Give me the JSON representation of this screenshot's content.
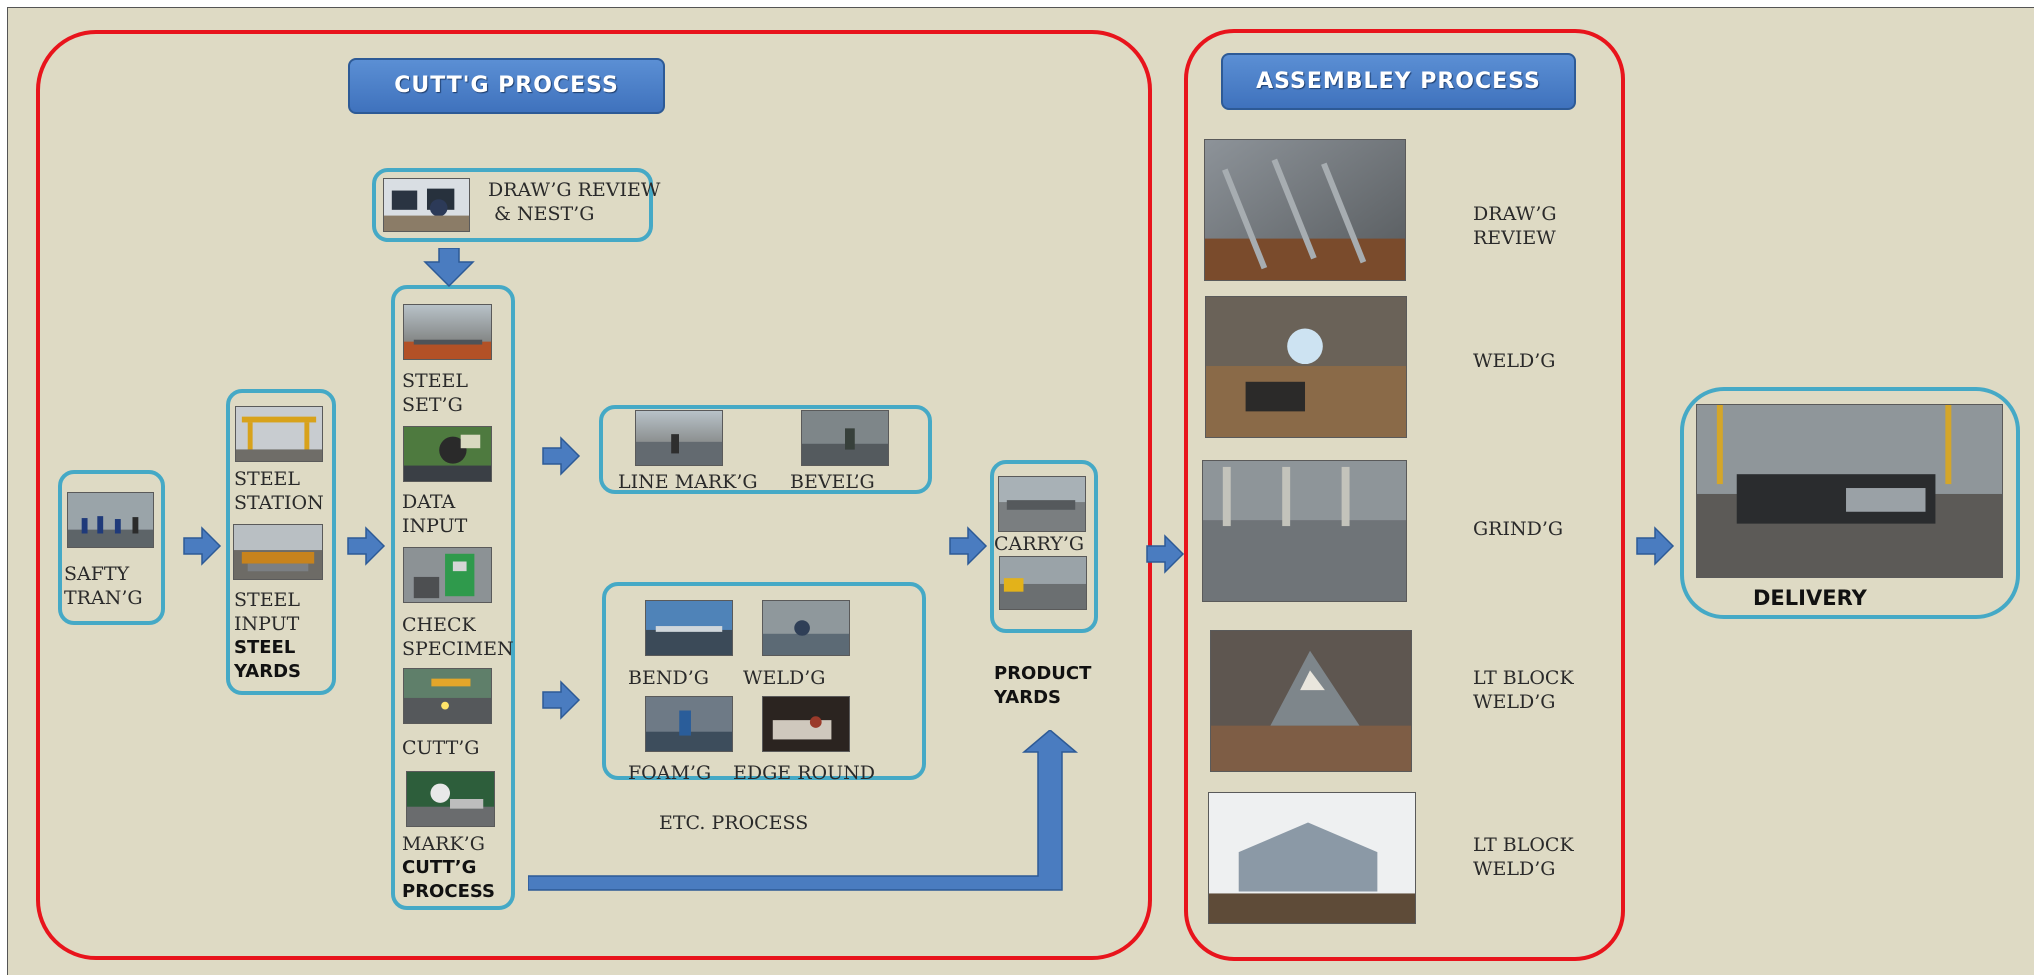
{
  "cutting": {
    "title": "CUTT'G PROCESS",
    "drawing": {
      "label": "DRAW’G REVIEW\n & NEST’G"
    },
    "safety": {
      "label": "SAFTY\nTRAN’G"
    },
    "steel_input": {
      "station_label": "STEEL\nSTATION",
      "input_label": "STEEL\nINPUT",
      "yards_label": "STEEL\nYARDS"
    },
    "column": {
      "steel_setting": "STEEL\nSET’G",
      "data_input": "DATA\nINPUT",
      "check_specimen": "CHECK\nSPECIMEN",
      "cutting": "CUTT’G",
      "marking": "MARK’G",
      "caption": "CUTT’G\nPROCESS"
    },
    "line_group": {
      "line_marking": "LINE MARK’G",
      "beveling": "BEVEL’G"
    },
    "etc_group": {
      "bending": "BEND’G",
      "welding": "WELD’G",
      "foaming": "FOAM’G",
      "edge_round": "EDGE ROUND",
      "caption": "ETC. PROCESS"
    },
    "product": {
      "carrying": "CARRY’G",
      "caption": "PRODUCT\nYARDS"
    }
  },
  "assembly": {
    "title": "ASSEMBLEY   PROCESS",
    "steps": [
      {
        "label": "DRAW’G\nREVIEW",
        "icon": "plate-frames-photo"
      },
      {
        "label": "WELD’G",
        "icon": "welding-photo"
      },
      {
        "label": "GRIND’G",
        "icon": "grinding-photo"
      },
      {
        "label": "LT BLOCK\nWELD’G",
        "icon": "block-photo"
      },
      {
        "label": "LT BLOCK\nWELD’G",
        "icon": "block-finished-photo"
      }
    ]
  },
  "delivery": {
    "label": "DELIVERY"
  },
  "colors": {
    "region_border": "#e8141c",
    "box_border": "#45a9c6",
    "arrow": "#4a7cc0",
    "background": "#dedac4"
  }
}
